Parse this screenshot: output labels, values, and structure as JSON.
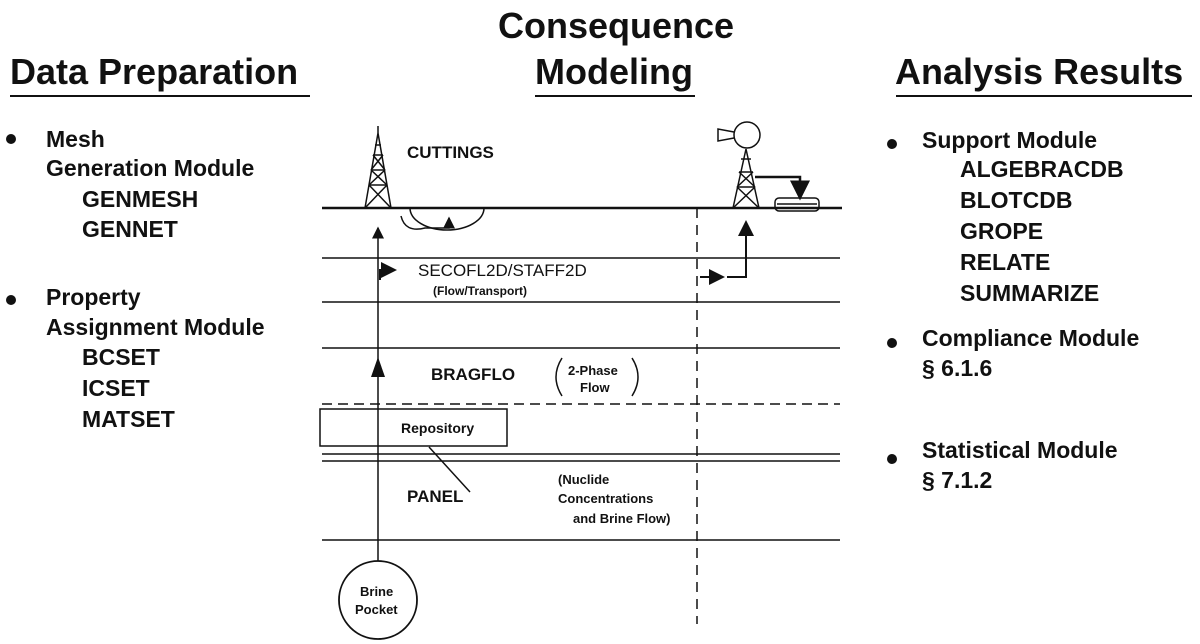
{
  "columns": {
    "data_preparation": {
      "title": "Data Preparation",
      "groups": [
        {
          "lines": [
            "Mesh",
            "Generation Module"
          ],
          "items": [
            "GENMESH",
            "GENNET"
          ]
        },
        {
          "lines": [
            "Property",
            "Assignment  Module"
          ],
          "items": [
            "BCSET",
            "ICSET",
            "MATSET"
          ]
        }
      ]
    },
    "consequence_modeling": {
      "title_line1": "Consequence",
      "title_line2": "Modeling"
    },
    "analysis_results": {
      "title": "Analysis Results",
      "groups": [
        {
          "lines": [
            "Support Module"
          ],
          "items": [
            "ALGEBRACDB",
            "BLOTCDB",
            "GROPE",
            "RELATE",
            "SUMMARIZE"
          ]
        },
        {
          "lines": [
            "Compliance Module",
            "§ 6.1.6"
          ],
          "items": []
        },
        {
          "lines": [
            "Statistical Module",
            "§ 7.1.2"
          ],
          "items": []
        }
      ]
    }
  },
  "diagram": {
    "cuttings": "CUTTINGS",
    "secofl": "SECOFL2D/STAFF2D",
    "flow_transport": "(Flow/Transport)",
    "bragflo": "BRAGFLO",
    "two_phase_1": "2-Phase",
    "two_phase_2": "Flow",
    "repository": "Repository",
    "panel": "PANEL",
    "nuclide_1": "(Nuclide",
    "nuclide_2": "Concentrations",
    "nuclide_3": "and Brine Flow)",
    "brine_1": "Brine",
    "brine_2": "Pocket"
  }
}
